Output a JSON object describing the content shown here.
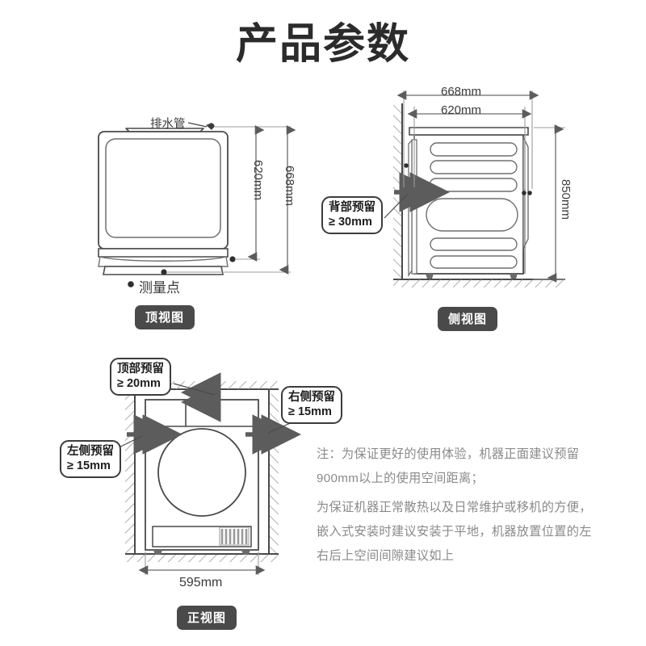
{
  "page": {
    "title": "产品参数"
  },
  "top_view": {
    "badge": "顶视图",
    "part_label": "排水管",
    "legend": "测量点",
    "legend_marker": "dot-marker",
    "dim_inner": "620mm",
    "dim_outer": "668mm"
  },
  "side_view": {
    "badge": "侧视图",
    "dim_outer": "668mm",
    "dim_inner": "620mm",
    "dim_height": "850mm",
    "callout_rear": {
      "line1": "背部预留",
      "line2": "≥ 30mm"
    }
  },
  "front_view": {
    "badge": "正视图",
    "dim_width": "595mm",
    "callout_top": {
      "line1": "顶部预留",
      "line2": "≥ 20mm"
    },
    "callout_left": {
      "line1": "左侧预留",
      "line2": "≥ 15mm"
    },
    "callout_right": {
      "line1": "右侧预留",
      "line2": "≥ 15mm"
    }
  },
  "notes": {
    "para1": "注：为保证更好的使用体验，机器正面建议预留900mm以上的使用空间距离；",
    "para2": "为保证机器正常散热以及日常维护或移机的方便，嵌入式安装时建议安装于平地，机器放置位置的左右后上空间间隙建议如上"
  },
  "colors": {
    "title": "#2b2b2b",
    "badge_bg": "#4a4a4a",
    "line": "#4a4a4a",
    "dim_line": "#6b6b6b",
    "note_text": "#8a8a8a",
    "background": "#ffffff"
  }
}
